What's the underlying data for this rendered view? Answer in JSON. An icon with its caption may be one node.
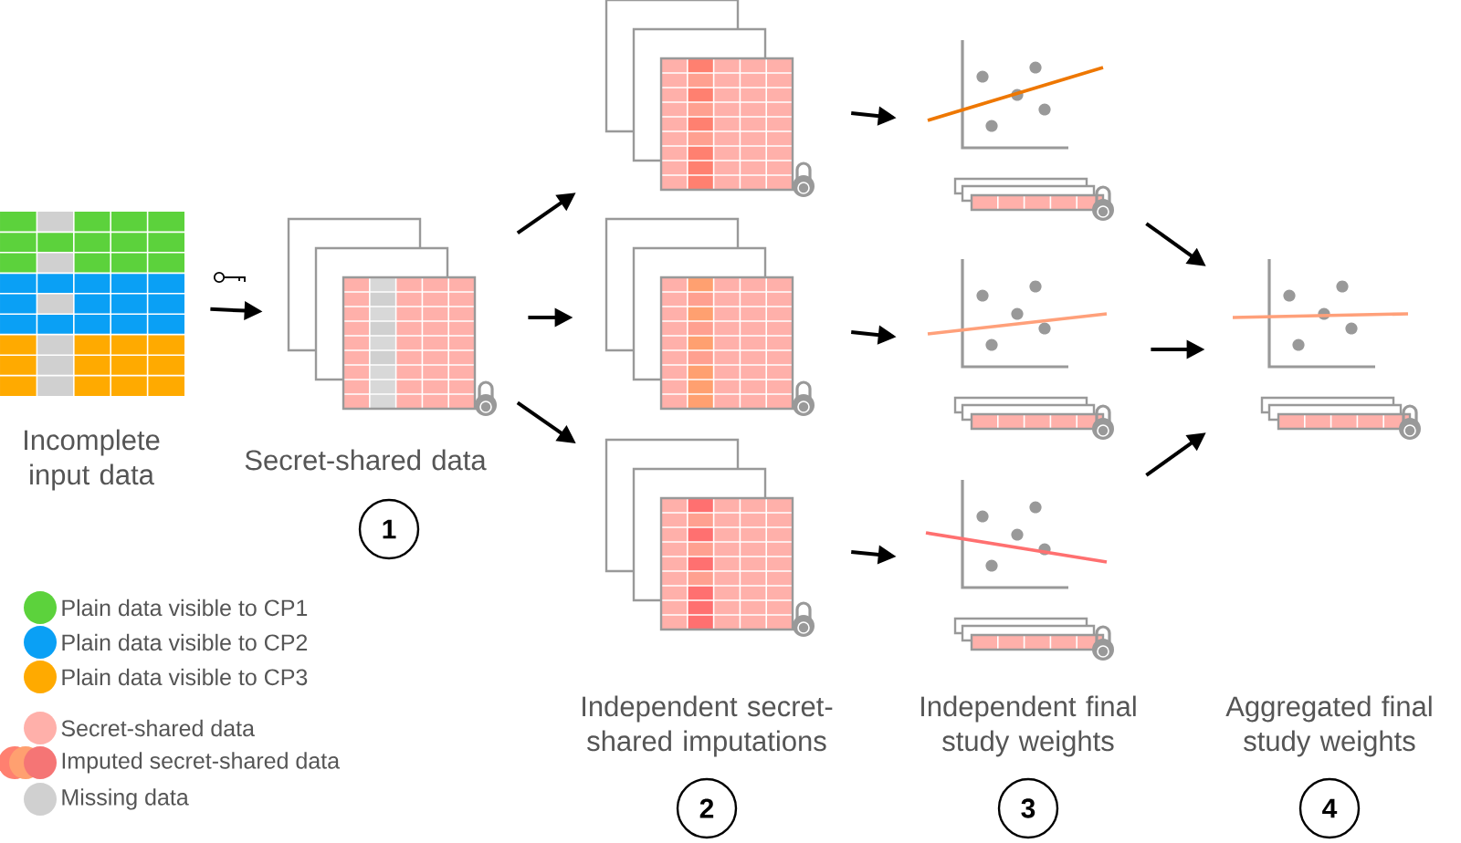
{
  "diagram": {
    "nodes": [
      {
        "text": [],
        "shape": "picture"
      },
      {
        "text": [],
        "shape": "picture"
      },
      {
        "text": [],
        "shape": "picture"
      },
      {
        "text": [],
        "shape": "picture"
      },
      {
        "text": [],
        "shape": "picture"
      },
      {
        "text": [],
        "shape": "picture"
      },
      {
        "text": [],
        "shape": "picture"
      },
      {
        "text": [],
        "shape": "picture"
      },
      {
        "text": [],
        "shape": "picture"
      },
      {
        "text": [
          "1"
        ]
      },
      {
        "text": [
          "2"
        ]
      },
      {
        "text": [
          "3"
        ]
      },
      {
        "text": [
          "4"
        ]
      }
    ],
    "edges": [
      {
        "from": 0,
        "to": 1,
        "arrow": "to"
      },
      {
        "from": 1,
        "to": 2,
        "arrow": "to"
      },
      {
        "from": 1,
        "to": 3,
        "arrow": "to"
      },
      {
        "from": 1,
        "to": 4,
        "arrow": "to"
      },
      {
        "from": 2,
        "to": 5,
        "arrow": "to"
      },
      {
        "from": 3,
        "to": 6,
        "arrow": "to"
      },
      {
        "from": 4,
        "to": 7,
        "arrow": "to"
      },
      {
        "from": 5,
        "to": 8,
        "arrow": "to"
      },
      {
        "from": 6,
        "to": 8,
        "arrow": "to"
      },
      {
        "from": 7,
        "to": 8,
        "arrow": "to"
      }
    ],
    "labels": [
      "Incomplete input data",
      "Secret-shared data",
      "Independent secret-shared imputations",
      "Independent final study weights",
      "Aggregated final study weights"
    ],
    "legend": [
      {
        "text": "Plain data visible to CP1",
        "color": "#5cd23c"
      },
      {
        "text": "Plain data visible to CP2",
        "color": "#0aa0f5"
      },
      {
        "text": "Plain data visible to CP3",
        "color": "#ffaa00"
      },
      {
        "text": "Secret-shared data",
        "color": "#ffb0aa"
      },
      {
        "text": "Imputed secret-shared data",
        "color": "#f57575"
      },
      {
        "text": "Missing data",
        "color": "#d0d0d0"
      }
    ]
  }
}
